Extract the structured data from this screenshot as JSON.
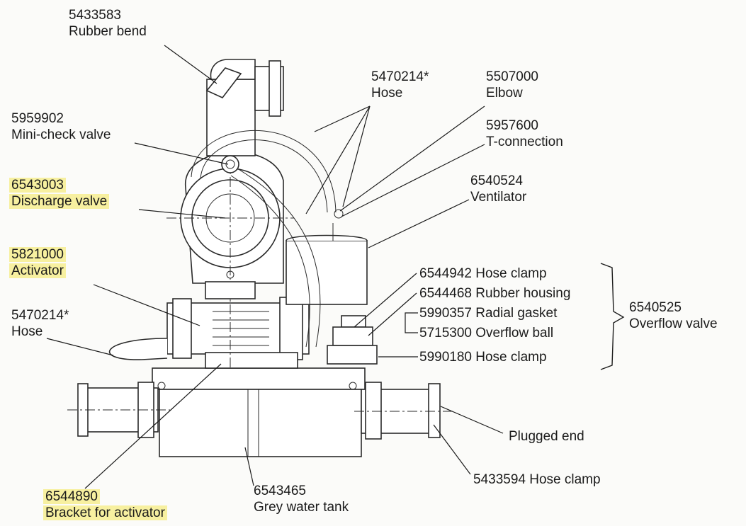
{
  "title": "",
  "callouts": {
    "rubber_bend": {
      "number": "5433583",
      "name": "Rubber bend"
    },
    "hose_top": {
      "number": "5470214*",
      "name": "Hose"
    },
    "elbow": {
      "number": "5507000",
      "name": "Elbow"
    },
    "mini_check_valve": {
      "number": "5959902",
      "name": "Mini-check valve"
    },
    "t_connection": {
      "number": "5957600",
      "name": "T-connection"
    },
    "discharge_valve": {
      "number": "6543003",
      "name": "Discharge valve",
      "highlighted": true
    },
    "ventilator": {
      "number": "6540524",
      "name": "Ventilator"
    },
    "activator": {
      "number": "5821000",
      "name": "Activator",
      "highlighted": true
    },
    "hose_left": {
      "number": "5470214*",
      "name": "Hose"
    },
    "bracket_for_activator": {
      "number": "6544890",
      "name": "Bracket for activator",
      "highlighted": true
    },
    "grey_water_tank": {
      "number": "6543465",
      "name": "Grey water tank"
    },
    "plugged_end": {
      "name": "Plugged end"
    },
    "hose_clamp_right": {
      "number": "5433594",
      "name": "Hose clamp"
    }
  },
  "overflow_group": {
    "items": [
      {
        "number": "6544942",
        "name": "Hose clamp"
      },
      {
        "number": "6544468",
        "name": "Rubber housing"
      },
      {
        "number": "5990357",
        "name": "Radial gasket"
      },
      {
        "number": "5715300",
        "name": "Overflow ball"
      },
      {
        "number": "5990180",
        "name": "Hose clamp"
      }
    ],
    "assembly": {
      "number": "6540525",
      "name": "Overflow valve"
    }
  },
  "colors": {
    "highlight": "#f7f0a0",
    "ink": "#1b1b1b",
    "paper": "#fbfbf9"
  }
}
